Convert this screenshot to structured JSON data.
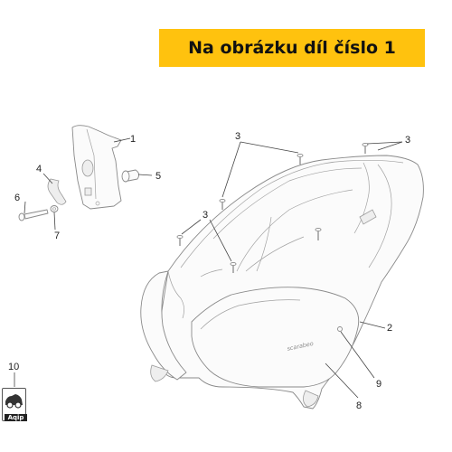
{
  "banner": {
    "text": "Na obrázku díl číslo 1"
  },
  "callouts": {
    "c1": "1",
    "c2": "2",
    "c3a": "3",
    "c3b": "3",
    "c3c": "3",
    "c4": "4",
    "c5": "5",
    "c6": "6",
    "c7": "7",
    "c8": "8",
    "c9": "9",
    "c10": "10"
  },
  "brand_text": "scarabeo",
  "kit_icon": {
    "name": "gear-kit-icon",
    "label": "Aqip"
  },
  "colors": {
    "banner_bg": "#ffc20e",
    "banner_text": "#111111",
    "line": "#8a8a8a"
  }
}
